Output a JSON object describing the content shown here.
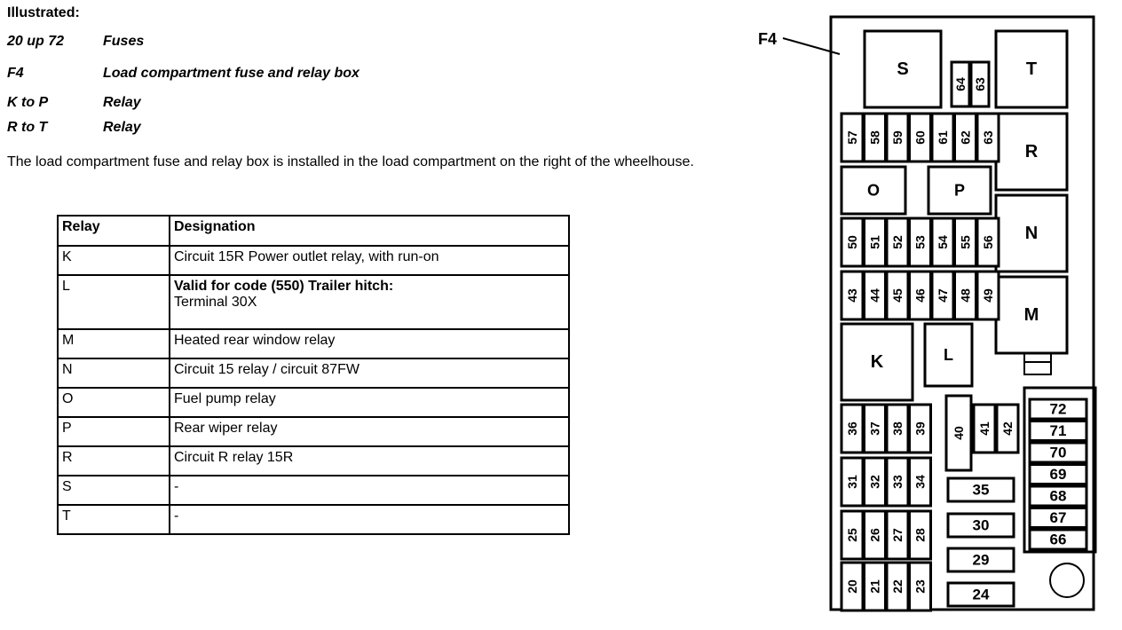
{
  "legend": {
    "header": "Illustrated:",
    "items": [
      {
        "code": "20 up 72",
        "description": "Fuses"
      },
      {
        "code": "F4",
        "description": "Load compartment fuse and relay box"
      },
      {
        "code": "K to P",
        "description": "Relay"
      },
      {
        "code": "R to T",
        "description": "Relay"
      }
    ]
  },
  "intro_text": "The load compartment fuse and relay box is installed in the load compartment on the right of the wheelhouse.",
  "table": {
    "headers": [
      "Relay",
      "Designation"
    ],
    "rows": [
      {
        "relay": "K",
        "designation": "Circuit 15R Power outlet relay, with run-on",
        "designation_bold": ""
      },
      {
        "relay": "L",
        "designation_bold": "Valid for code (550) Trailer hitch:",
        "designation": "Terminal 30X"
      },
      {
        "relay": "M",
        "designation": "Heated rear window relay",
        "designation_bold": ""
      },
      {
        "relay": "N",
        "designation": "Circuit 15 relay / circuit 87FW",
        "designation_bold": ""
      },
      {
        "relay": "O",
        "designation": "Fuel pump relay",
        "designation_bold": ""
      },
      {
        "relay": "P",
        "designation": "Rear wiper relay",
        "designation_bold": ""
      },
      {
        "relay": "R",
        "designation": "Circuit R relay 15R",
        "designation_bold": ""
      },
      {
        "relay": "S",
        "designation": "-",
        "designation_bold": ""
      },
      {
        "relay": "T",
        "designation": "-",
        "designation_bold": ""
      }
    ]
  },
  "diagram": {
    "box_label": "F4",
    "relays": [
      "S",
      "T",
      "R",
      "O",
      "P",
      "N",
      "M",
      "K",
      "L"
    ],
    "fuses": {
      "top_pair": [
        "64",
        "63"
      ],
      "row_57": [
        "57",
        "58",
        "59",
        "60",
        "61",
        "62",
        "63"
      ],
      "row_50": [
        "50",
        "51",
        "52",
        "53",
        "54",
        "55",
        "56"
      ],
      "row_43": [
        "43",
        "44",
        "45",
        "46",
        "47",
        "48",
        "49"
      ],
      "row_36": [
        "36",
        "37",
        "38",
        "39"
      ],
      "col_40": [
        "40",
        "41",
        "42"
      ],
      "row_31": [
        "31",
        "32",
        "33",
        "34"
      ],
      "row_25": [
        "25",
        "26",
        "27",
        "28"
      ],
      "row_20": [
        "20",
        "21",
        "22",
        "23"
      ],
      "horizontal": [
        "35",
        "30",
        "29",
        "24"
      ],
      "right_column": [
        "72",
        "71",
        "70",
        "69",
        "68",
        "67",
        "66"
      ]
    }
  }
}
